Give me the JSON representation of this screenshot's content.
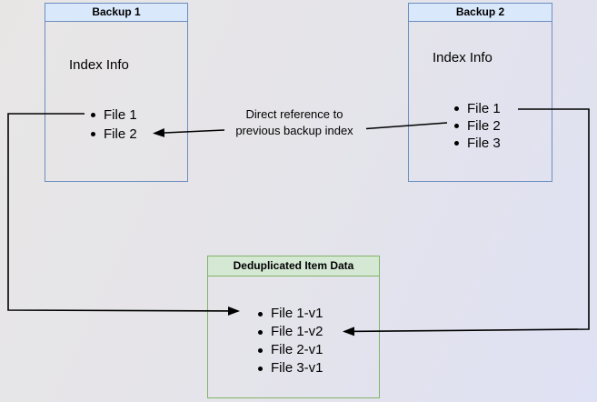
{
  "diagram": {
    "backup1": {
      "title": "Backup 1",
      "body_label": "Index Info",
      "files": [
        "File 1",
        "File 2"
      ]
    },
    "backup2": {
      "title": "Backup 2",
      "body_label": "Index Info",
      "files": [
        "File 1",
        "File 2",
        "File 3"
      ]
    },
    "dedup_store": {
      "title": "Deduplicated Item Data",
      "items": [
        "File 1-v1",
        "File 1-v2",
        "File 2-v1",
        "File 3-v1"
      ]
    },
    "annotation": {
      "line1": "Direct reference to",
      "line2": "previous backup index"
    },
    "colors": {
      "backup_header_fill": "#dae8fc",
      "backup_border": "#6c8ebf",
      "dedup_header_fill": "#d5e8d4",
      "dedup_border": "#82b366",
      "arrow": "#000000"
    }
  }
}
